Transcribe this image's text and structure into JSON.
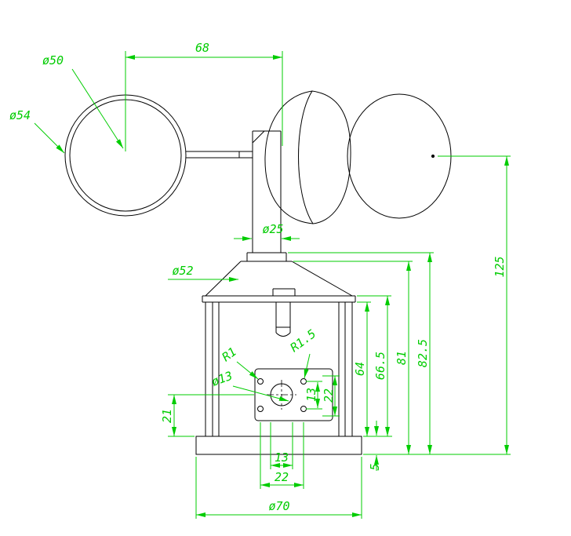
{
  "drawing": {
    "description": "Cup anemometer dimensioned engineering drawing",
    "colors": {
      "geometry": "#000000",
      "dimensions": "#00cc00",
      "background": "#ffffff"
    },
    "dims": {
      "span_68": "68",
      "dia_50": "ø50",
      "dia_54": "ø54",
      "dia_25": "ø25",
      "dia_52": "ø52",
      "r1": "R1",
      "r1_5": "R1.5",
      "dia_13": "ø13",
      "plate_13": "13",
      "plate_22": "22",
      "h21": "21",
      "base_13": "13",
      "base_22": "22",
      "dia_70": "ø70",
      "h64": "64",
      "h66_5": "66.5",
      "h81": "81",
      "h82_5": "82.5",
      "h125": "125",
      "h5": "5"
    }
  }
}
